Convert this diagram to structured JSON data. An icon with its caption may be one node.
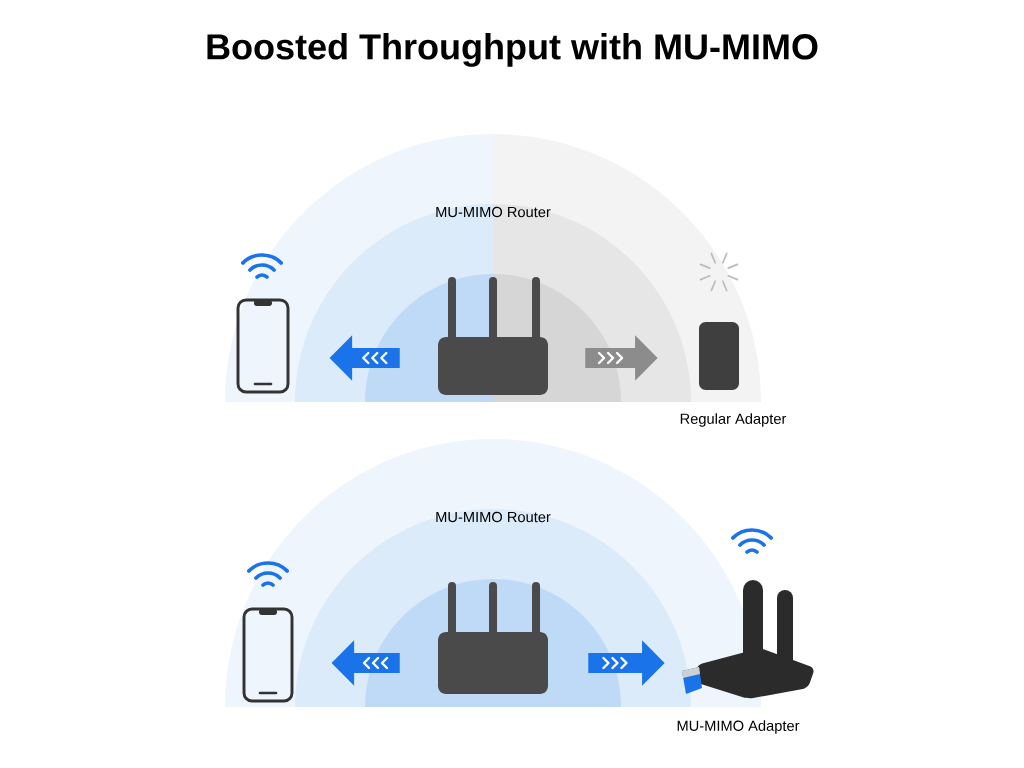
{
  "diagram": {
    "title": "Boosted Throughput with MU-MIMO",
    "nodes": [
      {
        "text": [
          "MU-MIMO Router"
        ]
      },
      {
        "text": [],
        "shape": "picture"
      },
      {
        "text": [
          "Regular Adapter"
        ]
      },
      {
        "text": [
          "MU-MIMO Router"
        ]
      },
      {
        "text": [],
        "shape": "picture"
      },
      {
        "text": [
          "MU-MIMO Adapter"
        ]
      }
    ],
    "edges": [
      {
        "from": 0,
        "to": 1,
        "arrow": "to"
      },
      {
        "from": 0,
        "to": 2,
        "arrow": "to",
        "color": "#8c8c8c"
      },
      {
        "from": 3,
        "to": 4,
        "arrow": "to"
      },
      {
        "from": 3,
        "to": 5,
        "arrow": "to"
      }
    ]
  }
}
